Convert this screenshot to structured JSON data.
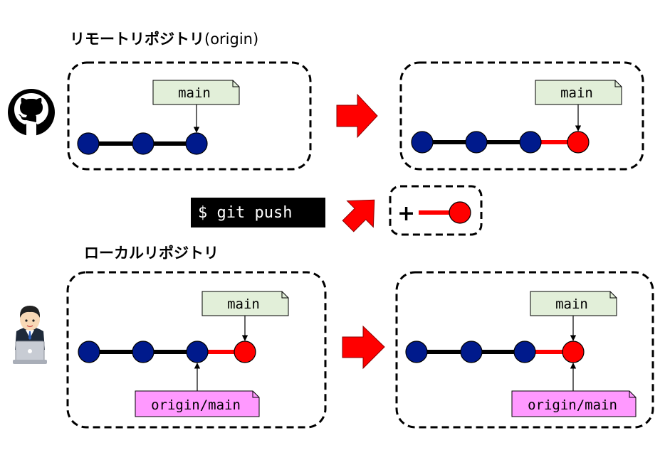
{
  "remote": {
    "title": "リモートリポジトリ",
    "title_suffix": "(origin)",
    "before": {
      "branch_label": "main"
    },
    "after": {
      "branch_label": "main"
    }
  },
  "local": {
    "title": "ローカルリポジトリ",
    "before": {
      "branch_label": "main",
      "tracking_label": "origin/main"
    },
    "after": {
      "branch_label": "main",
      "tracking_label": "origin/main"
    }
  },
  "command": "$ git push",
  "pushed_symbol": "+",
  "colors": {
    "commit": "#001a8c",
    "new_commit": "#ff0000",
    "branch_label_fill": "#e2efd9",
    "tracking_label_fill": "#ff99ff",
    "arrow": "#ff0000",
    "command_bg": "#000000"
  },
  "icons": {
    "remote": "github-icon",
    "local": "developer-laptop-icon"
  }
}
